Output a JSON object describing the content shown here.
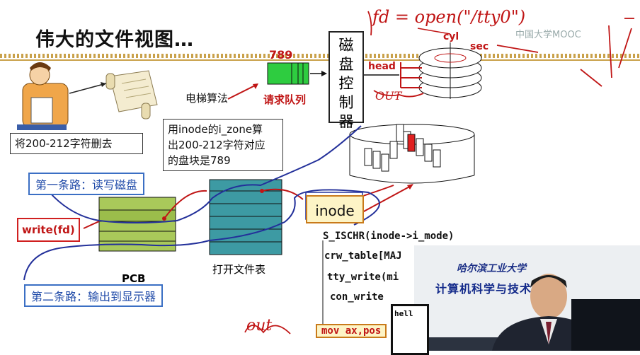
{
  "slide": {
    "title": "伟大的文件视图…",
    "watermark": "中国大学MOOC"
  },
  "labels": {
    "delete_text": "将200-212字符删去",
    "elevator": "电梯算法",
    "queue_number": "789",
    "queue_label": "请求队列",
    "controller": [
      "磁",
      "盘",
      "控",
      "制",
      "器"
    ],
    "disk_head": "head",
    "disk_cyl": "cyl",
    "disk_sec": "sec",
    "inode_calc_line1": "用inode的i_zone算",
    "inode_calc_line2": "出200-212字符对应",
    "inode_calc_line3": "的盘块是789",
    "route1": "第一条路：读写磁盘",
    "route2": "第二条路：输出到显示器",
    "write_fd": "write(fd)",
    "pcb": "PCB",
    "open_file_table": "打开文件表",
    "inode": "inode"
  },
  "code": {
    "line1": "S_ISCHR(inode->i_mode)",
    "line2": "crw_table[MAJ",
    "line3": "tty_write(mi",
    "line4": "con_write",
    "line5": "mov ax,pos"
  },
  "handwriting": {
    "top": "fd = open(\"/tty0\")",
    "out": "out",
    "note": "OUT"
  },
  "video": {
    "school": "哈尔滨工业大学",
    "banner": "计算机科学与技术学院",
    "screen": "hell"
  },
  "colors": {
    "accent_red": "#c01515",
    "route_blue": "#1f4aa8",
    "table_teal": "#3d9aa3",
    "pcb_green": "#a9c95a",
    "queue_green": "#2ecc40",
    "rule_gold": "#c9a14a"
  }
}
